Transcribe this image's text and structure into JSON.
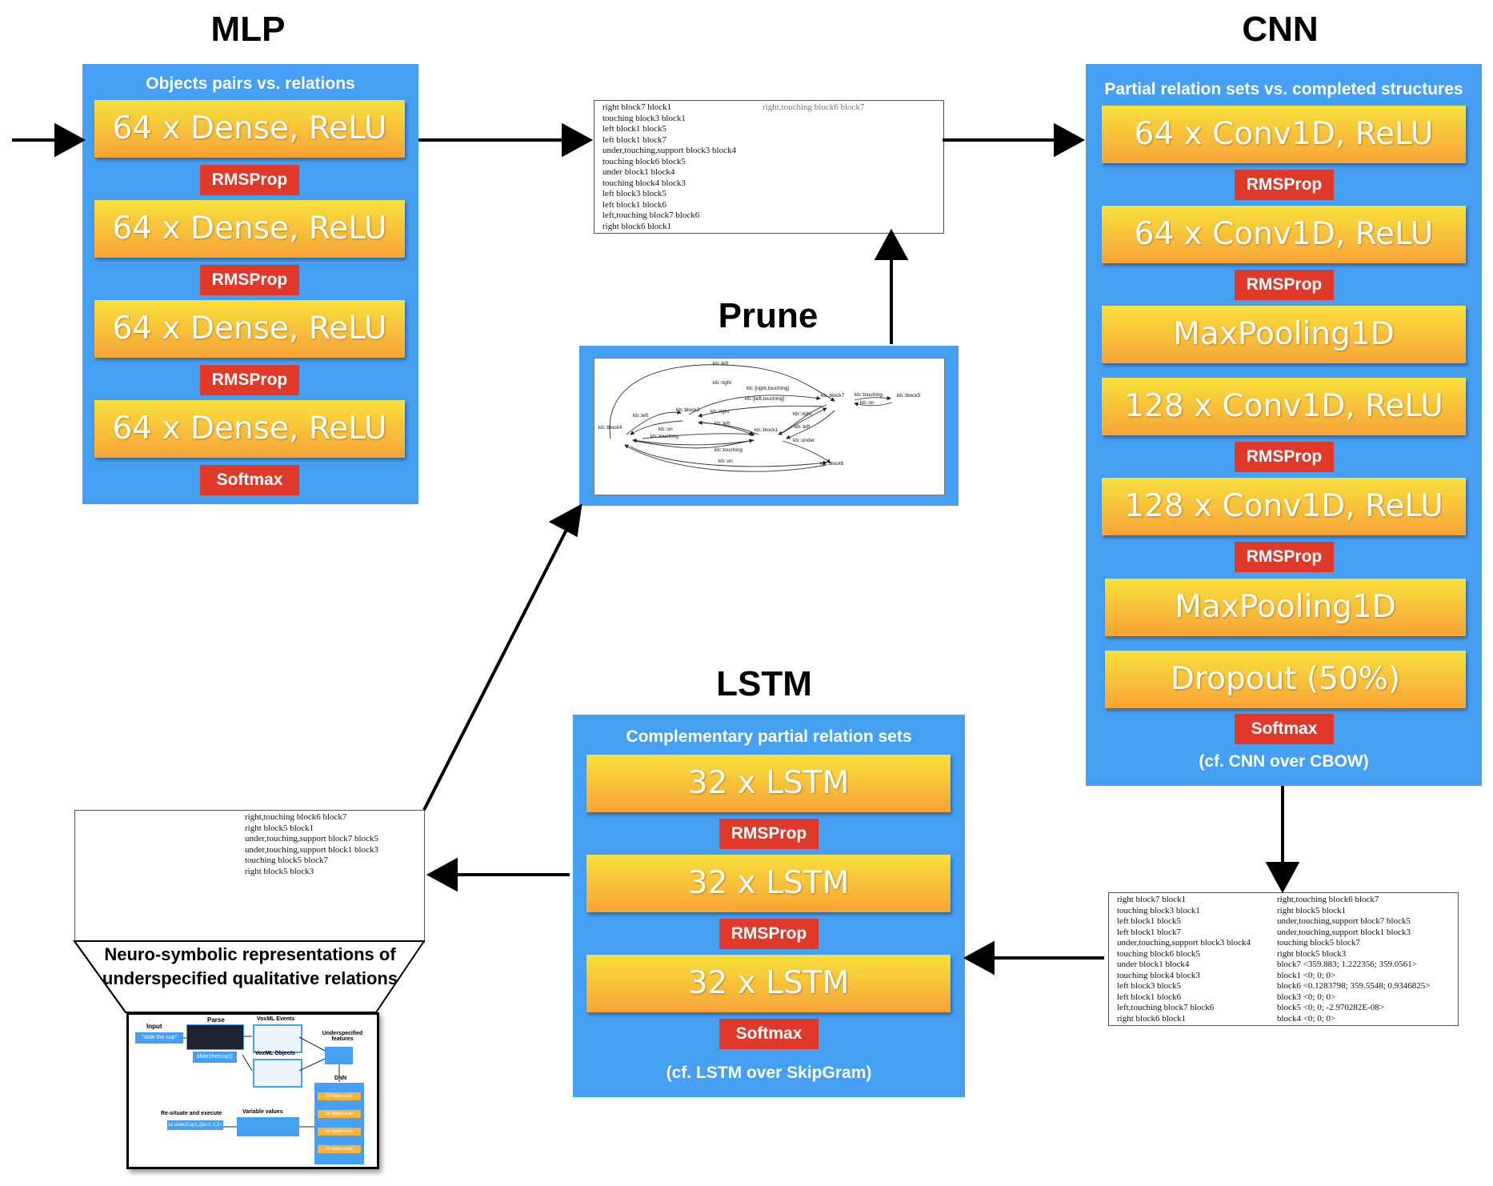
{
  "mlp": {
    "title": "MLP",
    "subtitle": "Objects pairs vs. relations",
    "layers": [
      {
        "label": "64 x Dense, ReLU",
        "optimizer": "RMSProp"
      },
      {
        "label": "64 x Dense, ReLU",
        "optimizer": "RMSProp"
      },
      {
        "label": "64 x Dense, ReLU",
        "optimizer": "RMSProp"
      },
      {
        "label": "64 x Dense, ReLU",
        "optimizer": "Softmax"
      }
    ]
  },
  "cnn": {
    "title": "CNN",
    "subtitle": "Partial relation sets vs. completed structures",
    "layers": [
      {
        "label": "64 x Conv1D, ReLU",
        "optimizer": "RMSProp"
      },
      {
        "label": "64 x Conv1D, ReLU",
        "optimizer": "RMSProp"
      },
      {
        "label": "MaxPooling1D"
      },
      {
        "label": "128 x Conv1D, ReLU",
        "optimizer": "RMSProp"
      },
      {
        "label": "128 x Conv1D, ReLU",
        "optimizer": "RMSProp"
      },
      {
        "label": "MaxPooling1D"
      },
      {
        "label": "Dropout (50%)",
        "optimizer": "Softmax"
      }
    ],
    "note": "(cf. CNN over CBOW)"
  },
  "lstm": {
    "title": "LSTM",
    "subtitle": "Complementary partial relation sets",
    "layers": [
      {
        "label": "32 x LSTM",
        "optimizer": "RMSProp"
      },
      {
        "label": "32 x LSTM",
        "optimizer": "RMSProp"
      },
      {
        "label": "32 x LSTM",
        "optimizer": "Softmax"
      }
    ],
    "note": "(cf. LSTM over SkipGram)"
  },
  "prune": {
    "title": "Prune",
    "graph": {
      "nodes": [
        "kb::block4",
        "kb::block3",
        "kb::block7",
        "kb::block5",
        "kb::block1",
        "kb::block6"
      ],
      "edge_labels": [
        "kb::left",
        "kb::right",
        "kb::[right,touching]",
        "kb::[left,touching]",
        "kb::touching",
        "kb::on",
        "kb::left",
        "kb::right",
        "kb::left",
        "kb::on",
        "kb::touching",
        "kb::right",
        "kb::left",
        "kb::under",
        "kb::touching",
        "kb::on"
      ]
    }
  },
  "relations_top": {
    "col1": [
      "right block7 block1",
      "touching block3 block1",
      "left block1 block5",
      "left block1 block7",
      "under,touching,support block3 block4",
      "touching block6 block5",
      "under block1 block4",
      "touching block4 block3",
      "left block3 block5",
      "left block1 block6",
      "left,touching block7 block6",
      "right block6 block1"
    ],
    "col2": [
      "right,touching block6 block7"
    ]
  },
  "relations_bottom": {
    "col1": [
      "right block7 block1",
      "touching block3 block1",
      "left block1 block5",
      "left block1 block7",
      "under,touching,support block3 block4",
      "touching block6 block5",
      "under block1 block4",
      "touching block4 block3",
      "left block3 block5",
      "left block1 block6",
      "left,touching block7 block6",
      "right block6 block1"
    ],
    "col2": [
      "right,touching block6 block7",
      "right block5 block1",
      "under,touching,support block7 block5",
      "under,touching,support block1 block3",
      "touching block5 block7",
      "right block5 block3",
      "block7 <359.883; 1.222356; 359.0561>",
      "block1 <0; 0; 0>",
      "block6 <0.1283798; 359.5548; 0.9346825>",
      "block3 <0; 0; 0>",
      "block5 <0; 0; -2.970282E-08>",
      "block4 <0; 0; 0>"
    ]
  },
  "relations_left": {
    "col2": [
      "right,touching block6 block7",
      "right block5 block1",
      "under,touching,support block7 block5",
      "under,touching,support block1 block3",
      "touching block5 block7",
      "right block5 block3"
    ]
  },
  "neuro": {
    "caption": "Neuro-symbolic representations of underspecified qualitative relations",
    "thumb": {
      "input_label": "Input",
      "input_value": "\"slide the cup\"",
      "parse_label": "Parse",
      "parse_value": "slide(the(cup))",
      "events_label": "VoxML Events",
      "objects_label": "VoxML Objects",
      "features_label": "Underspecified features",
      "dnn_label": "DNN",
      "resituate_label": "Re-situate and execute",
      "values_label": "Variable values",
      "program": "λz.slide(Cup1,z[d<X,Y,Z>",
      "units_label": "50 hidden units"
    }
  }
}
